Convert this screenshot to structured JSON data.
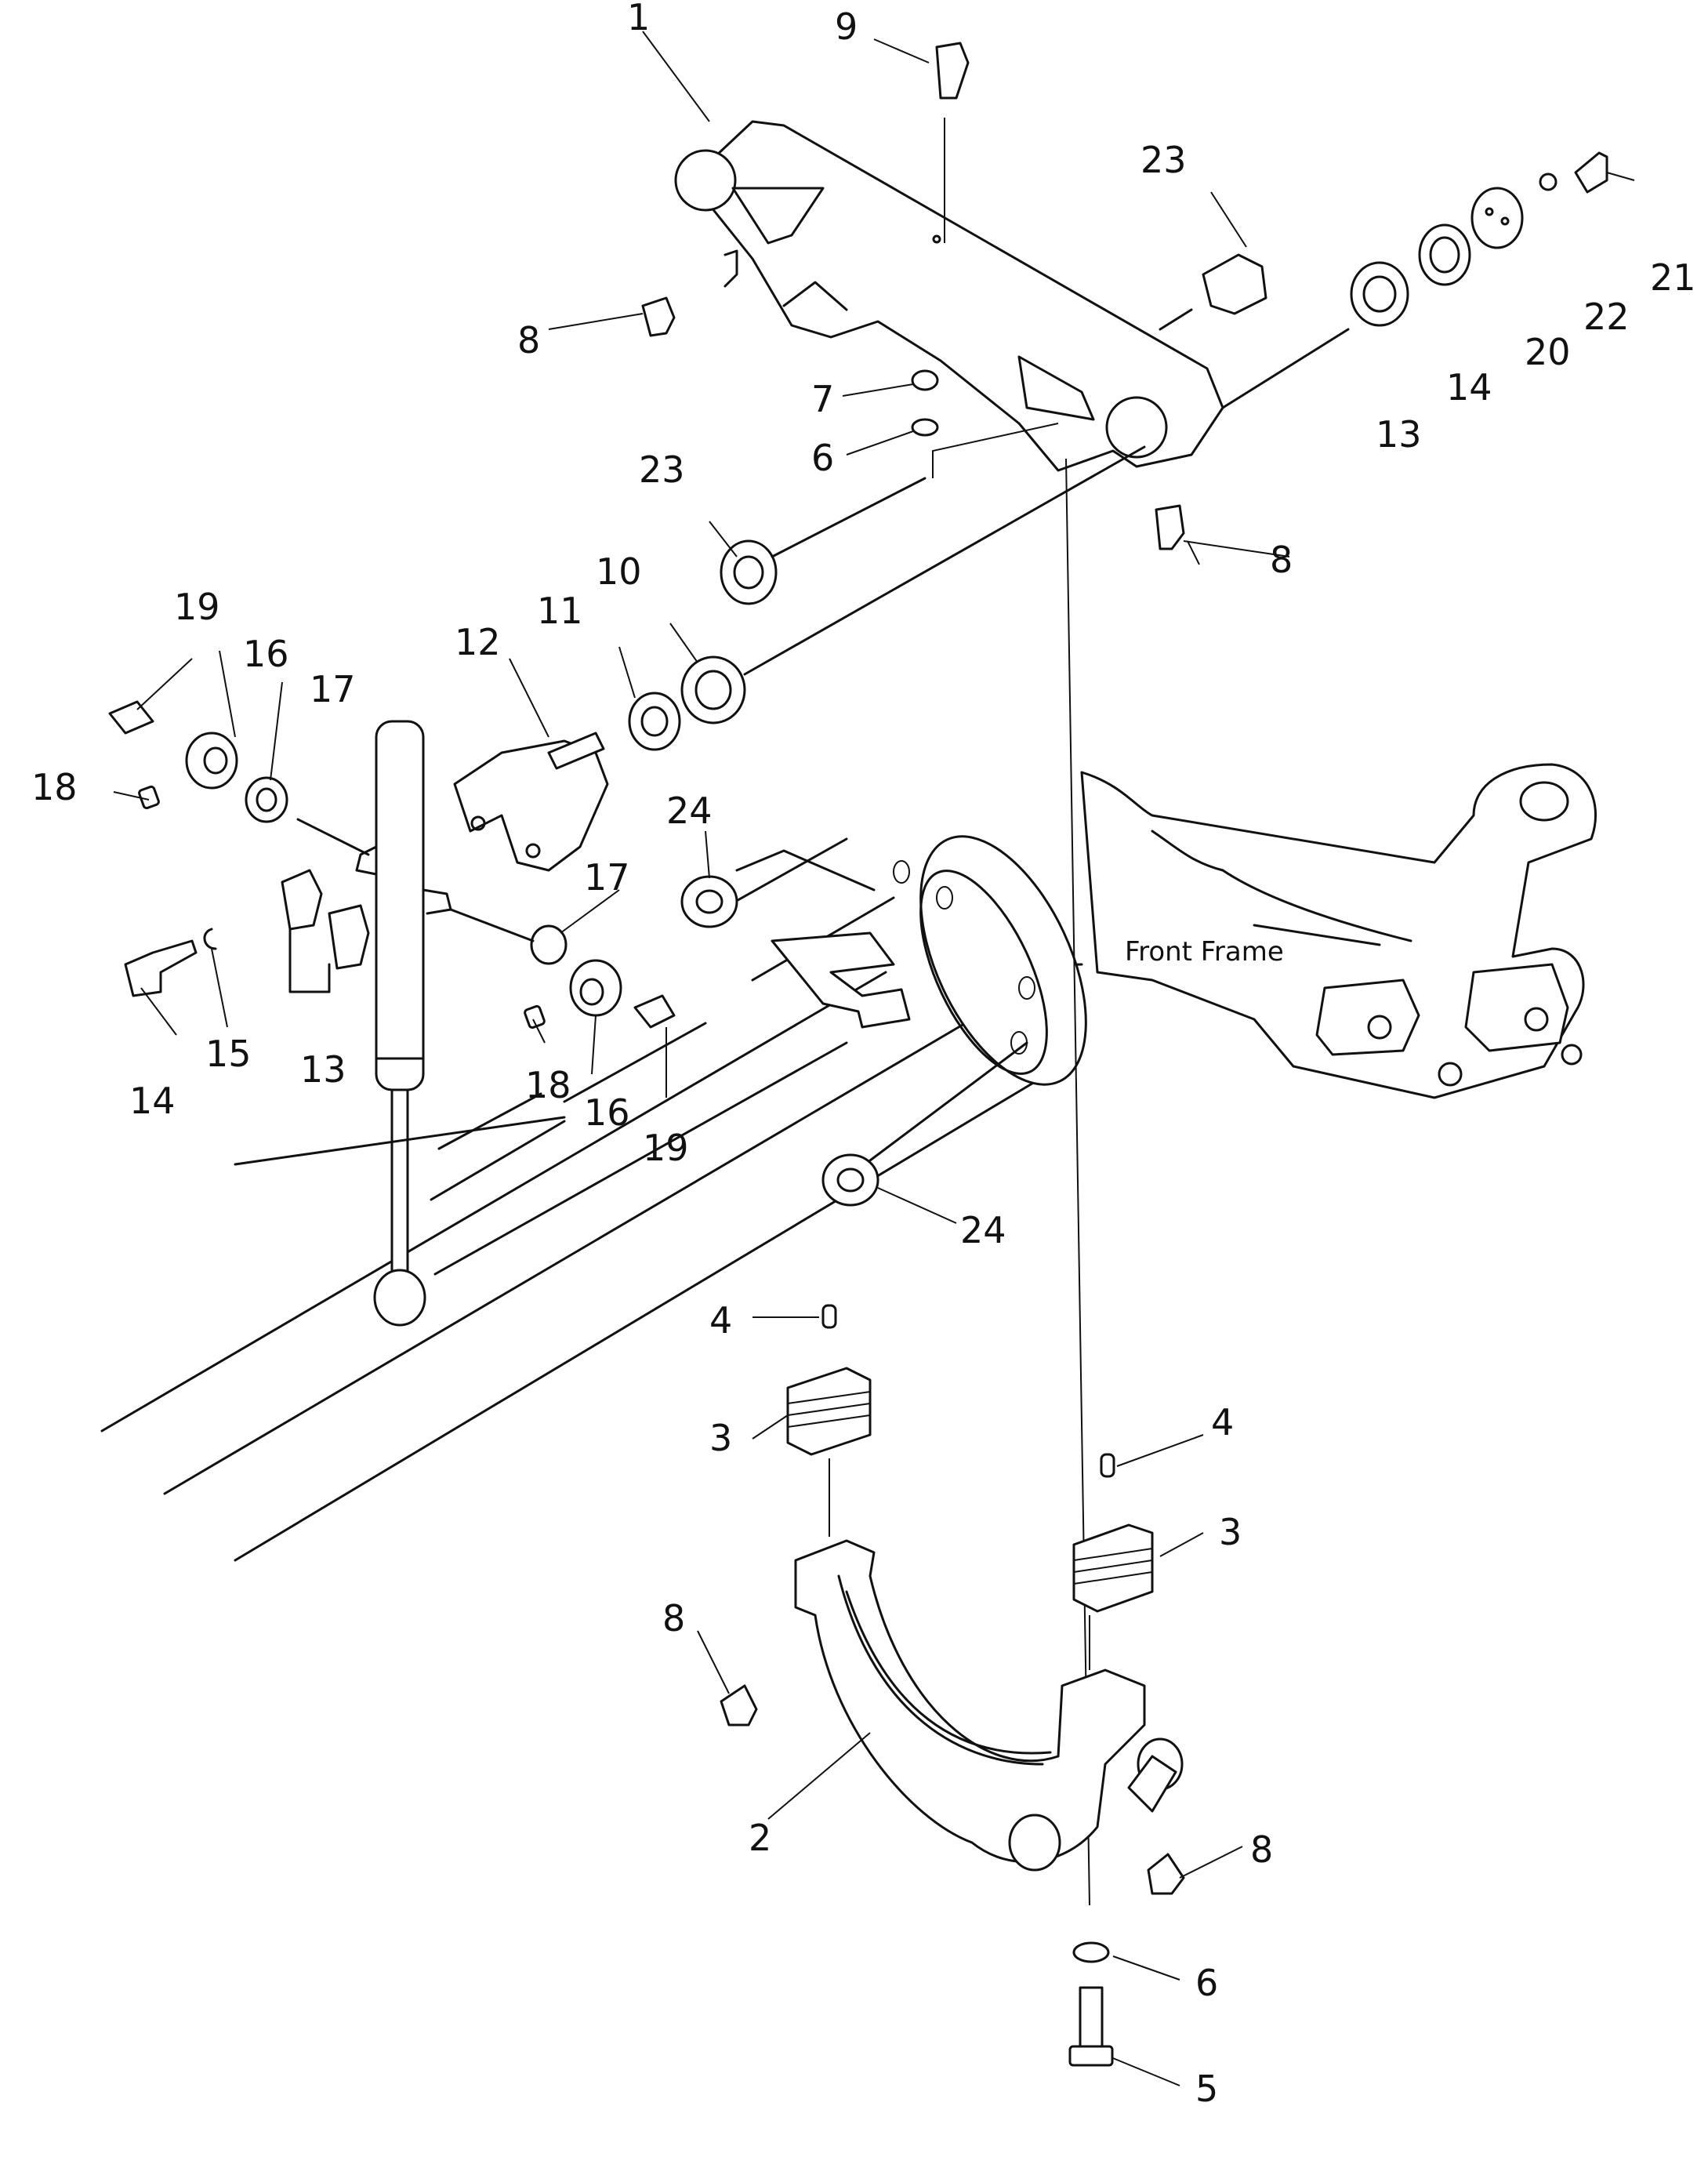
{
  "diagram": {
    "frame_label": "Front Frame",
    "callouts": [
      {
        "id": "c1",
        "label": "1"
      },
      {
        "id": "c2",
        "label": "2"
      },
      {
        "id": "c3a",
        "label": "3"
      },
      {
        "id": "c3b",
        "label": "3"
      },
      {
        "id": "c4a",
        "label": "4"
      },
      {
        "id": "c4b",
        "label": "4"
      },
      {
        "id": "c5",
        "label": "5"
      },
      {
        "id": "c6a",
        "label": "6"
      },
      {
        "id": "c6b",
        "label": "6"
      },
      {
        "id": "c7",
        "label": "7"
      },
      {
        "id": "c8a",
        "label": "8"
      },
      {
        "id": "c8b",
        "label": "8"
      },
      {
        "id": "c8c",
        "label": "8"
      },
      {
        "id": "c8d",
        "label": "8"
      },
      {
        "id": "c9",
        "label": "9"
      },
      {
        "id": "c10",
        "label": "10"
      },
      {
        "id": "c11",
        "label": "11"
      },
      {
        "id": "c12",
        "label": "12"
      },
      {
        "id": "c13a",
        "label": "13"
      },
      {
        "id": "c13b",
        "label": "13"
      },
      {
        "id": "c14a",
        "label": "14"
      },
      {
        "id": "c14b",
        "label": "14"
      },
      {
        "id": "c15",
        "label": "15"
      },
      {
        "id": "c16a",
        "label": "16"
      },
      {
        "id": "c16b",
        "label": "16"
      },
      {
        "id": "c17a",
        "label": "17"
      },
      {
        "id": "c17b",
        "label": "17"
      },
      {
        "id": "c18a",
        "label": "18"
      },
      {
        "id": "c18b",
        "label": "18"
      },
      {
        "id": "c19a",
        "label": "19"
      },
      {
        "id": "c19b",
        "label": "19"
      },
      {
        "id": "c20",
        "label": "20"
      },
      {
        "id": "c21",
        "label": "21"
      },
      {
        "id": "c22",
        "label": "22"
      },
      {
        "id": "c23a",
        "label": "23"
      },
      {
        "id": "c23b",
        "label": "23"
      },
      {
        "id": "c24a",
        "label": "24"
      },
      {
        "id": "c24b",
        "label": "24"
      }
    ]
  }
}
